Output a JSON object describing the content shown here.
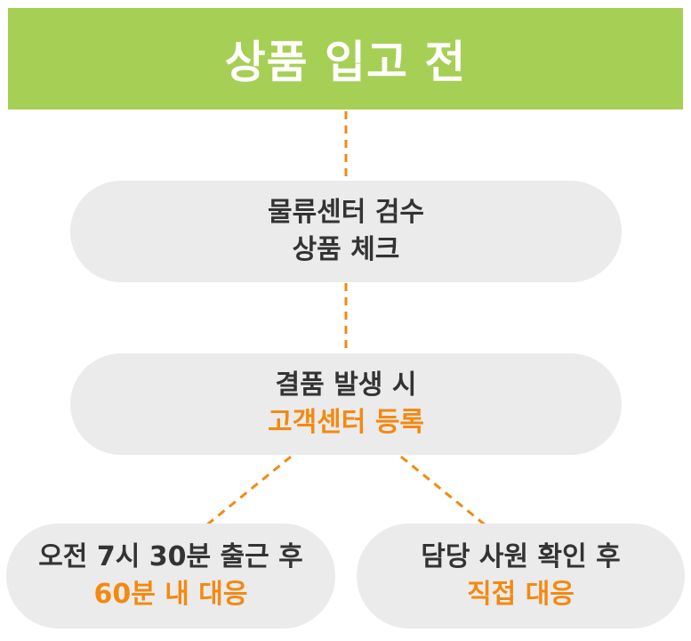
{
  "colors": {
    "header_bg": "#a6cf55",
    "node_bg": "#ebebeb",
    "accent": "#f28a12",
    "text": "#333333",
    "connector": "#f28a12"
  },
  "header": {
    "title": "상품 입고 전"
  },
  "nodes": [
    {
      "line1": "물류센터 검수",
      "line2": "상품 체크"
    },
    {
      "line1": "결품 발생 시",
      "line2": "고객센터 등록"
    },
    {
      "line1": "오전 7시 30분 출근 후",
      "line2": "60분 내 대응"
    },
    {
      "line1": "담당 사원 확인 후",
      "line2": "직접 대응"
    }
  ]
}
